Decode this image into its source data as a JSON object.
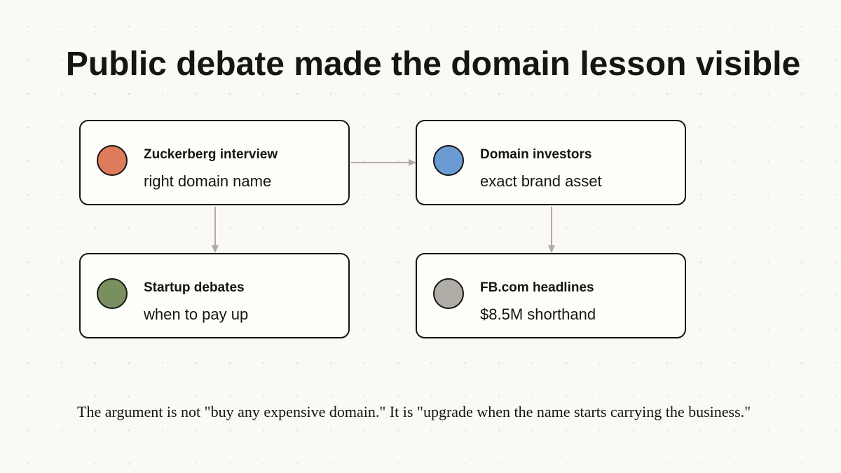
{
  "title": "Public debate made the domain lesson visible",
  "nodes": [
    {
      "title": "Zuckerberg interview",
      "subtitle": "right domain name",
      "color": "#de7b5b"
    },
    {
      "title": "Domain investors",
      "subtitle": "exact brand asset",
      "color": "#6b9bd2"
    },
    {
      "title": "Startup debates",
      "subtitle": "when to pay up",
      "color": "#7a8f5f"
    },
    {
      "title": "FB.com headlines",
      "subtitle": "$8.5M shorthand",
      "color": "#afada6"
    }
  ],
  "edges": [
    {
      "from": 0,
      "to": 1
    },
    {
      "from": 0,
      "to": 2
    },
    {
      "from": 1,
      "to": 3
    }
  ],
  "caption": "The argument is not \"buy any expensive domain.\" It is \"upgrade when the name starts carrying the business.\"",
  "colors": {
    "background": "#faf9f5",
    "card_border": "#151512",
    "connector": "#aeaca5"
  }
}
